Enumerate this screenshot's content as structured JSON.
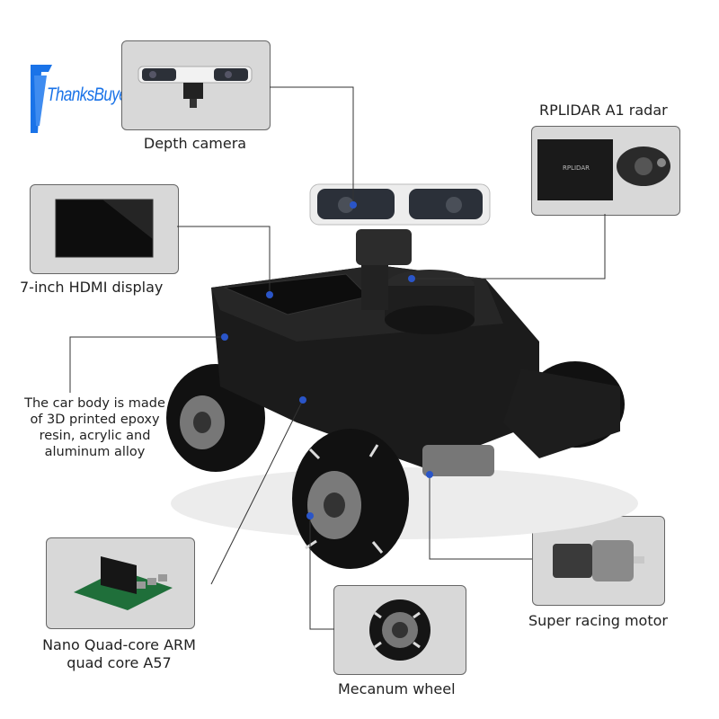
{
  "brand": {
    "name": "ThanksBuyer",
    "color": "#1a73e8"
  },
  "labels": {
    "depth_camera": "Depth camera",
    "lidar": "RPLIDAR A1 radar",
    "lidar_box_text": "RPLIDAR",
    "display": "7-inch HDMI display",
    "car_body": "The car body is made of 3D printed epoxy resin, acrylic and aluminum alloy",
    "nano": "Nano Quad-core ARM quad core A57",
    "mecanum": "Mecanum wheel",
    "motor": "Super racing motor"
  },
  "colors": {
    "box_fill": "#d8d8d8",
    "box_border": "#666666",
    "dot": "#2a55c8",
    "robot": "#1b1b1b"
  }
}
